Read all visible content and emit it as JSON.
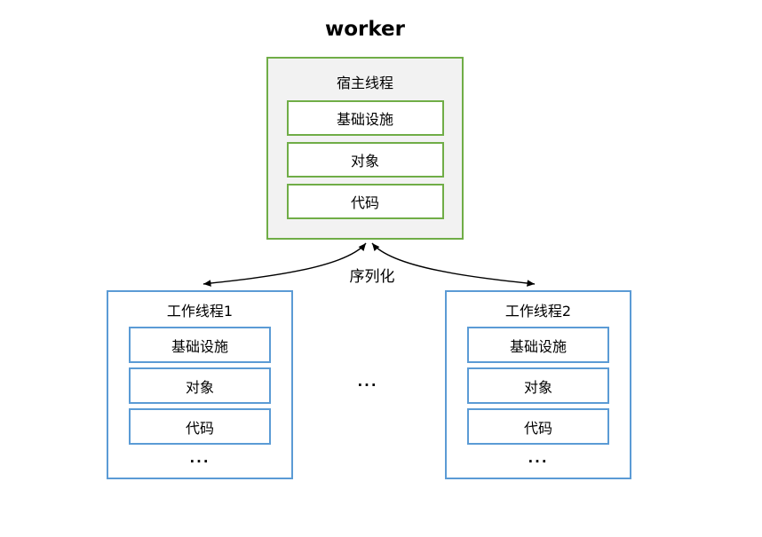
{
  "title": "worker",
  "host_box": {
    "label": "宿主线程",
    "items": [
      "基础设施",
      "对象",
      "代码"
    ]
  },
  "workers": [
    {
      "label": "工作线程1",
      "items": [
        "基础设施",
        "对象",
        "代码"
      ],
      "more": "..."
    },
    {
      "label": "工作线程2",
      "items": [
        "基础设施",
        "对象",
        "代码"
      ],
      "more": "..."
    }
  ],
  "arrow_label": "序列化",
  "more_workers": "...",
  "colors": {
    "host_border": "#70AD47",
    "host_fill": "#F2F2F2",
    "worker_border": "#5B9BD5",
    "worker_fill": "#FFFFFF",
    "arrow": "#000000",
    "text": "#000000",
    "background": "#FFFFFF"
  }
}
